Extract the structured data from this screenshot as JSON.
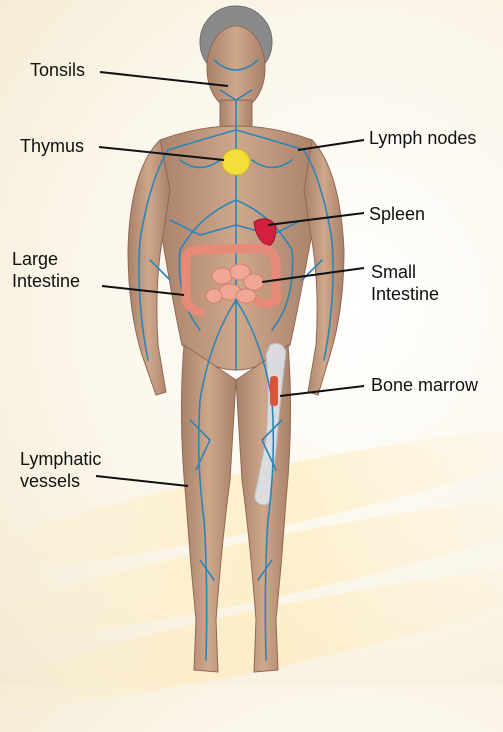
{
  "labels": {
    "tonsils": "Tonsils",
    "thymus": "Thymus",
    "large_intestine": "Large\nIntestine",
    "lymphatic_vessels": "Lymphatic\nvessels",
    "lymph_nodes": "Lymph nodes",
    "spleen": "Spleen",
    "small_intestine": "Small\nIntestine",
    "bone_marrow": "Bone marrow"
  },
  "colors": {
    "skin": "#c8a186",
    "skin_shade": "#a98069",
    "lymph_vessel": "#2b86b8",
    "thymus": "#f3df3a",
    "spleen": "#d3203e",
    "intestine": "#e88a7a",
    "bone": "#dde3ea",
    "bone_marrow": "#d9553a",
    "leader_line": "#111111"
  }
}
